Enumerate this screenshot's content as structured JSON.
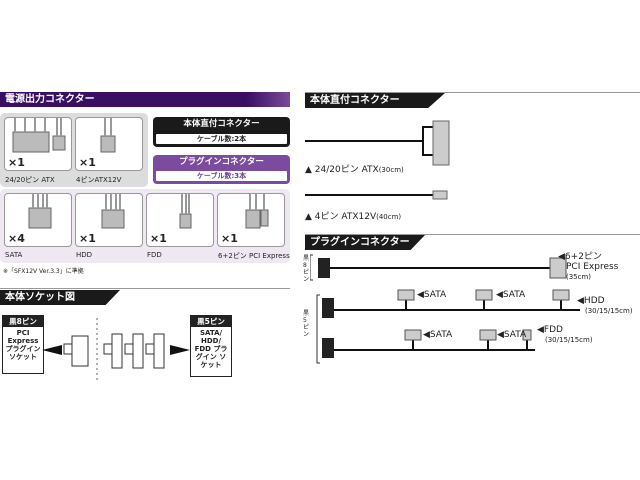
{
  "left": {
    "output_header": "電源出力コネクター",
    "fixed_connectors": [
      {
        "count": "×1",
        "label": "24/20ピン ATX"
      },
      {
        "count": "×1",
        "label": "4ピンATX12V"
      }
    ],
    "plugin_connectors": [
      {
        "count": "×4",
        "label": "SATA"
      },
      {
        "count": "×1",
        "label": "HDD"
      },
      {
        "count": "×1",
        "label": "FDD"
      },
      {
        "count": "×1",
        "label": "6+2ピン PCI Express"
      }
    ],
    "fixed_callout": {
      "title": "本体直付コネクター",
      "sub": "ケーブル数:2本"
    },
    "plugin_callout": {
      "title": "プラグインコネクター",
      "sub": "ケーブル数:3本"
    },
    "note": "※「SFX12V Ver.3.3」に準拠",
    "socket_header": "本体ソケット図",
    "socket_8pin": {
      "title": "黒8ピン",
      "desc": "PCI Express プラグイン ソケット"
    },
    "socket_5pin": {
      "title": "黒5ピン",
      "desc": "SATA/ HDD/ FDD プラグイン ソケット"
    }
  },
  "right": {
    "fixed_header": "本体直付コネクター",
    "atx": {
      "label": "▲ 24/20ピン ATX",
      "len": "(30cm)"
    },
    "atx12v": {
      "label": "▲ 4ピン ATX12V",
      "len": "(40cm)"
    },
    "plugin_header": "プラグインコネクター",
    "side_8pin": "黒8ピン",
    "side_5pin": "黒5ピン",
    "pcie": {
      "label": "◀6+2ピン",
      "label2": "PCI Express",
      "len": "(35cm)"
    },
    "hdd_cable": {
      "sata1": "◀SATA",
      "sata2": "◀SATA",
      "end": "◀HDD",
      "len": "(30/15/15cm)"
    },
    "fdd_cable": {
      "sata1": "◀SATA",
      "sata2": "◀SATA",
      "end": "◀FDD",
      "len": "(30/15/15cm)"
    }
  }
}
